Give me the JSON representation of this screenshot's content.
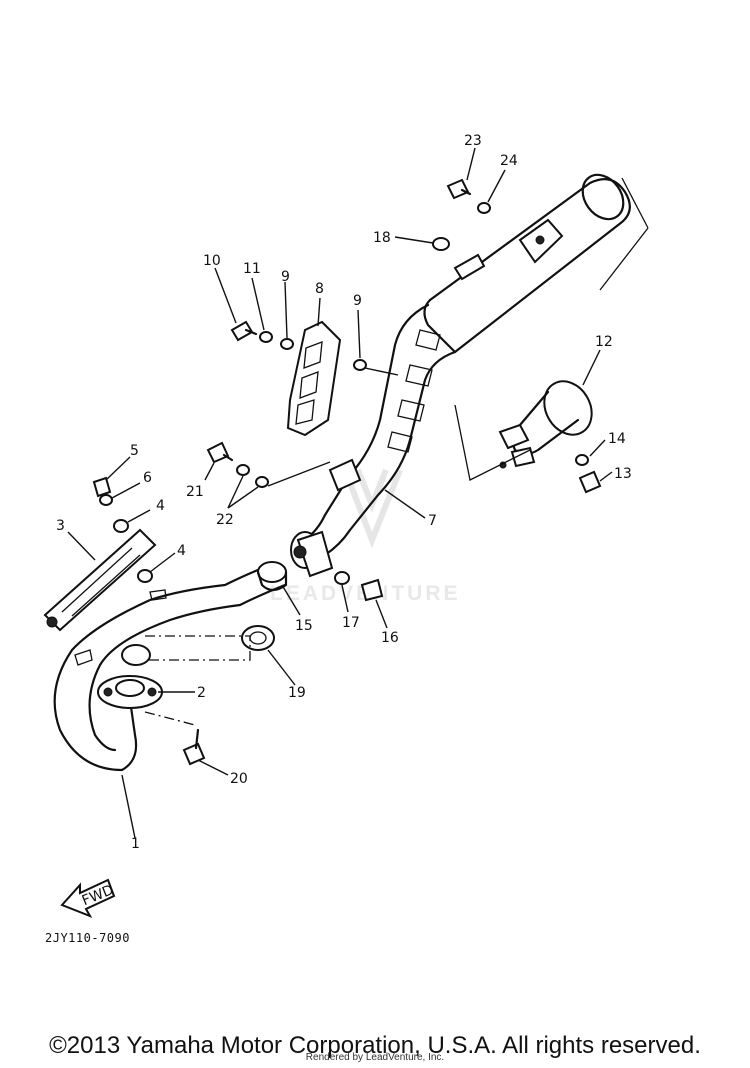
{
  "diagram": {
    "code": "2JY110-7090",
    "fwd_label": "FWD",
    "watermark": "LEADVENTURE",
    "callouts": [
      "1",
      "2",
      "3",
      "4",
      "4",
      "5",
      "6",
      "7",
      "8",
      "9",
      "9",
      "10",
      "11",
      "12",
      "13",
      "14",
      "15",
      "16",
      "17",
      "18",
      "19",
      "20",
      "21",
      "22",
      "23",
      "24"
    ]
  },
  "footer": {
    "copyright": "©2013 Yamaha Motor Corporation, U.S.A. All rights reserved.",
    "rendered_by": "Rendered by LeadVenture, Inc."
  }
}
